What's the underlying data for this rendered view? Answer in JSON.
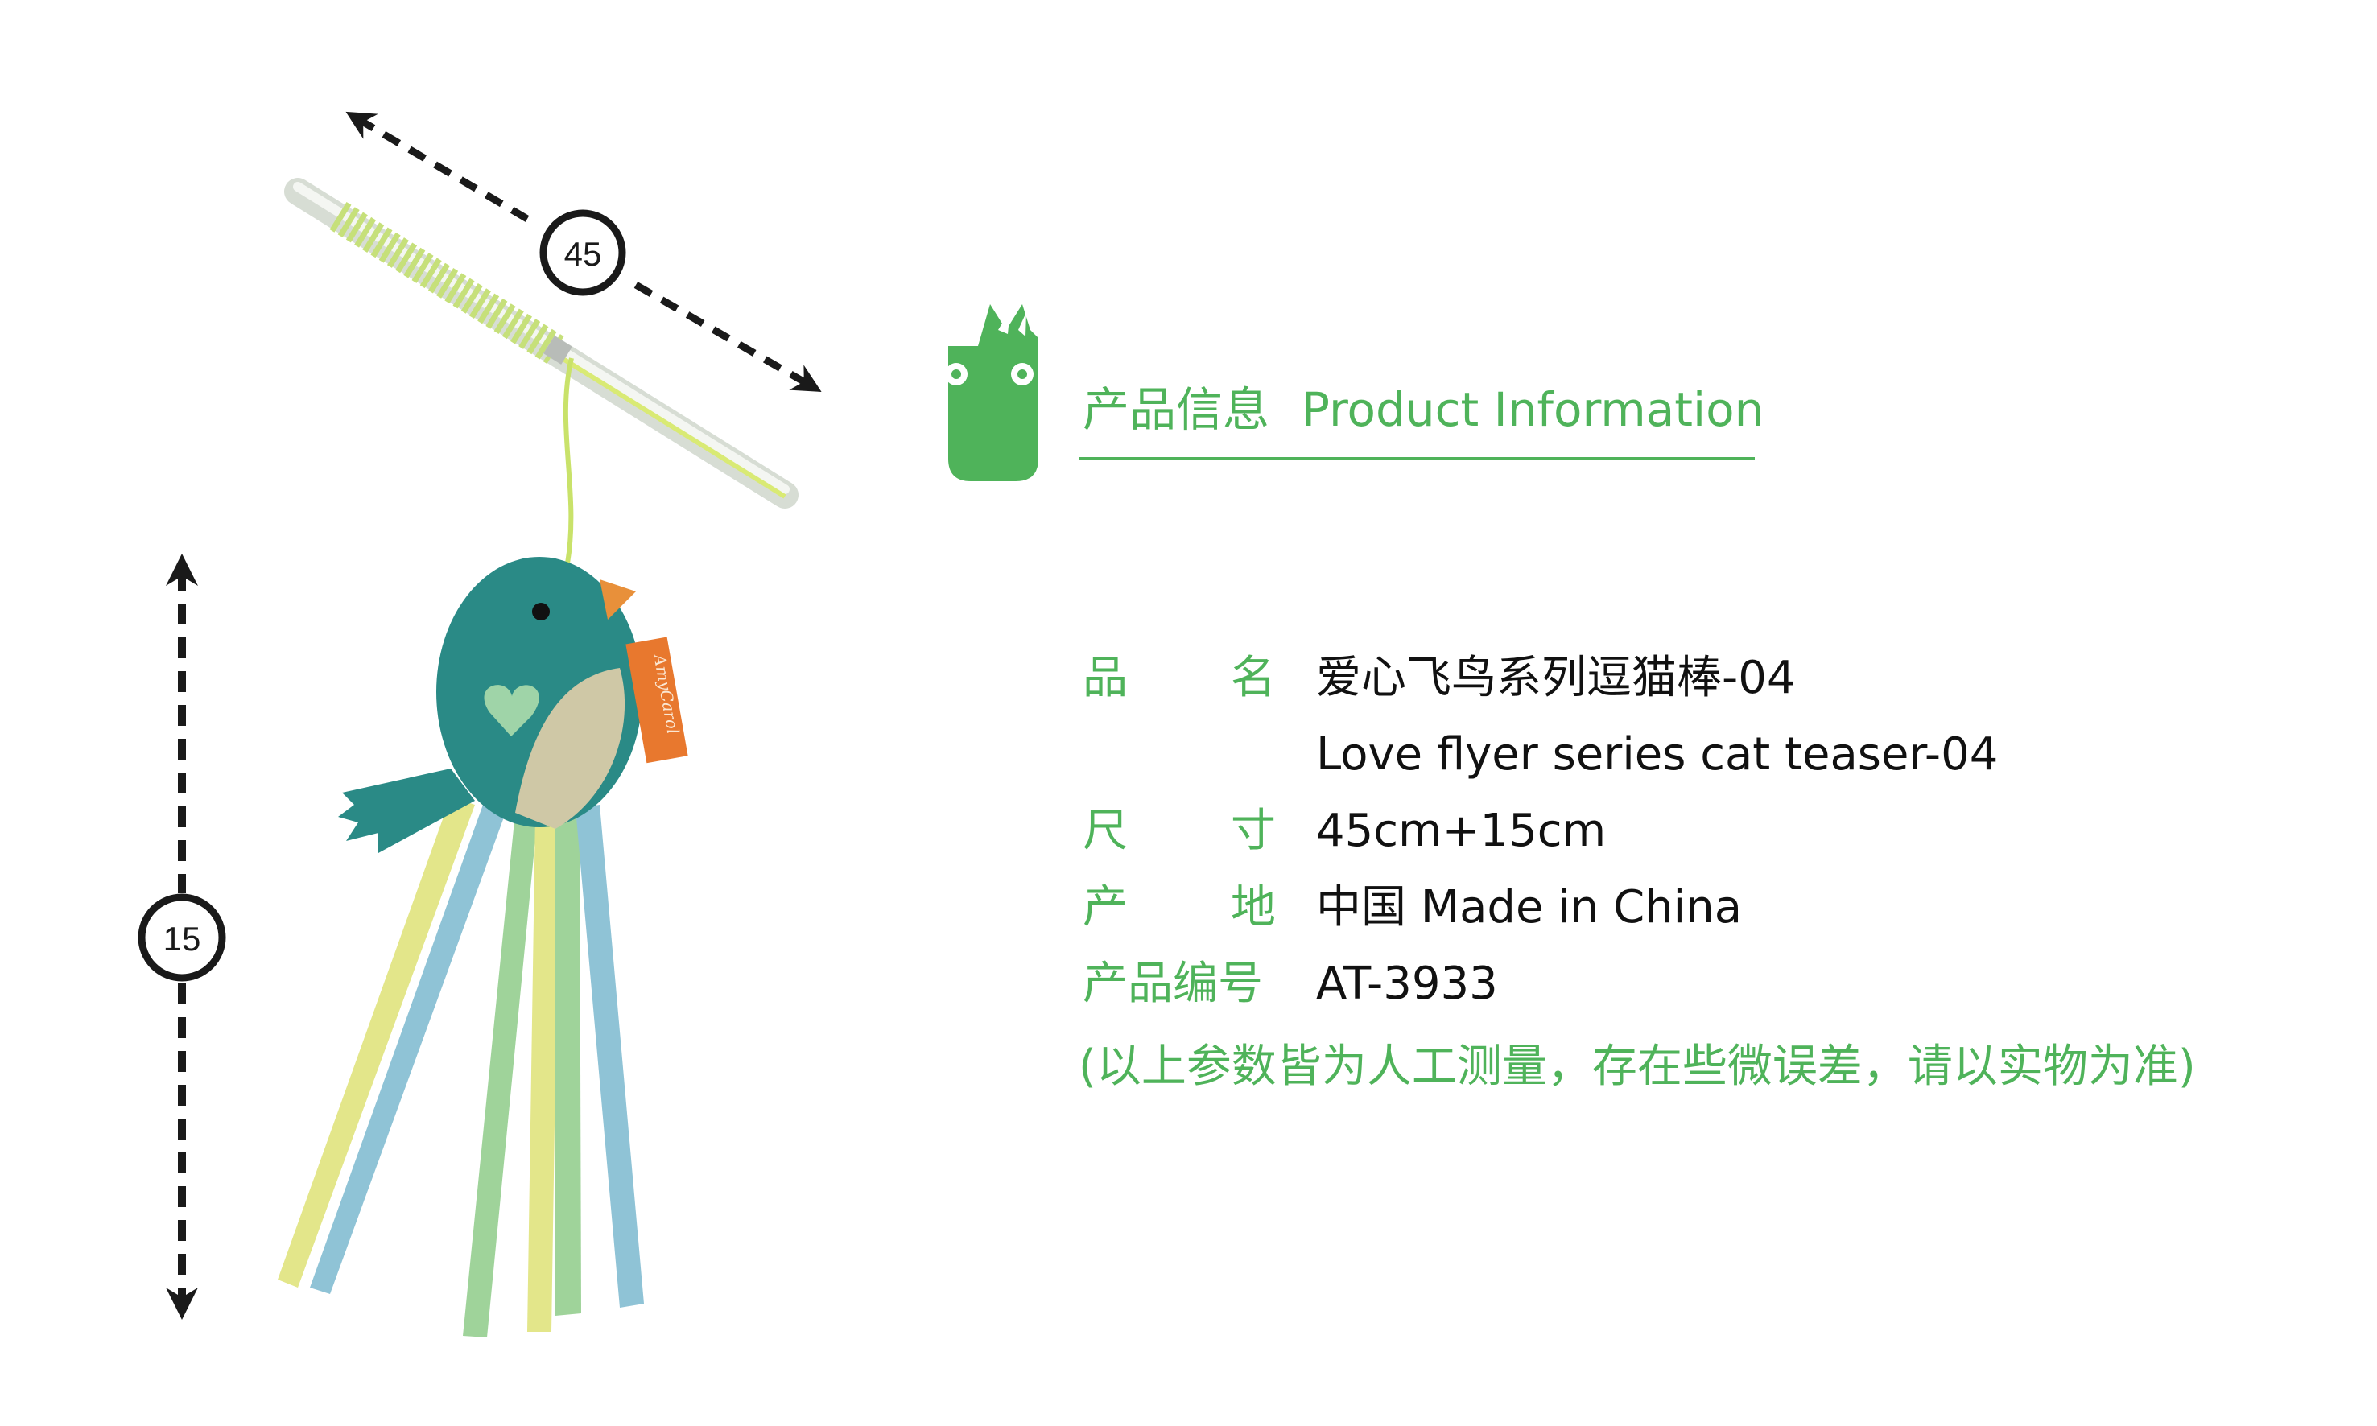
{
  "heading": {
    "zh": "产品信息",
    "en": "Product Information"
  },
  "dimensions": {
    "rod_length": "45",
    "string_length": "15"
  },
  "toy_tag_text": "AmyCarol",
  "product": {
    "name_label_1": "品",
    "name_label_2": "名",
    "name_zh": "爱心飞鸟系列逗猫棒-04",
    "name_en": "Love flyer series cat teaser-04",
    "size_label_1": "尺",
    "size_label_2": "寸",
    "size_value": "45cm+15cm",
    "origin_label_1": "产",
    "origin_label_2": "地",
    "origin_value": "中国 Made in China",
    "code_label": "产品编号",
    "code_value": "AT-3933"
  },
  "note": "(以上参数皆为人工测量，存在些微误差，请以实物为准)",
  "colors": {
    "accent_green": "#4fb35a",
    "text_dark": "#111111",
    "bird_teal": "#2a8a86",
    "ribbon_blue": "#8fc3d6",
    "ribbon_green": "#9fd39a",
    "ribbon_yellow": "#e3e68a"
  }
}
